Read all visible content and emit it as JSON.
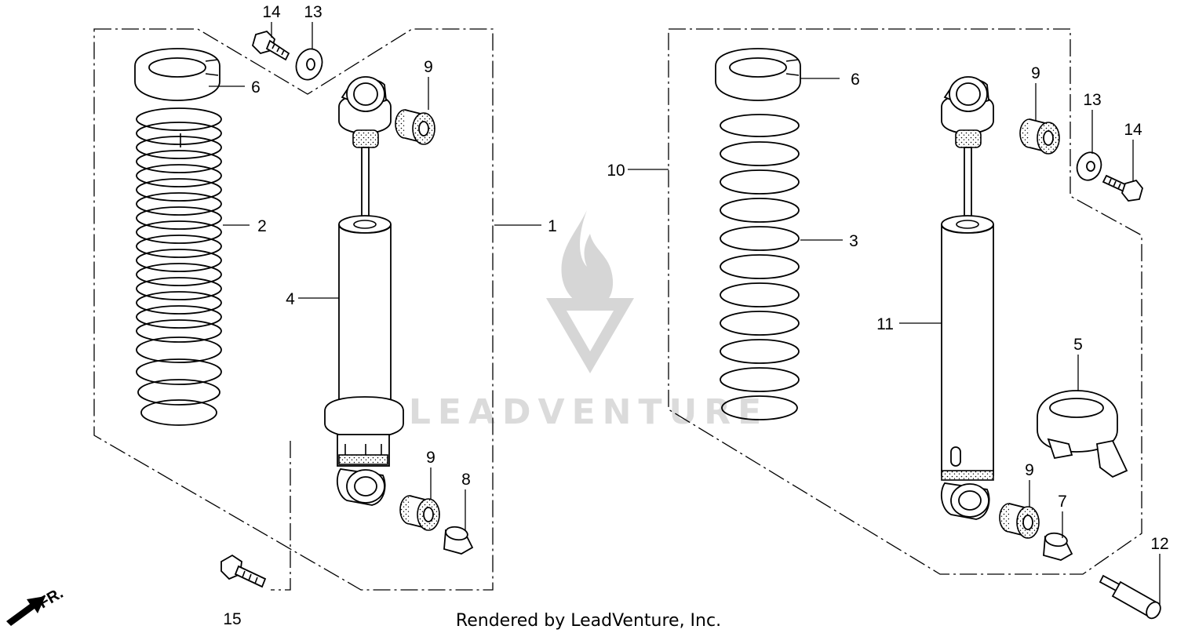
{
  "diagram": {
    "footer_text": "Rendered by LeadVenture, Inc.",
    "watermark_text": "LEADVENTURE",
    "direction_label": "FR.",
    "callouts": {
      "c1": "1",
      "c2": "2",
      "c3": "3",
      "c4": "4",
      "c5": "5",
      "c6_left": "6",
      "c6_right": "6",
      "c7": "7",
      "c8": "8",
      "c9_left_top": "9",
      "c9_left_bottom": "9",
      "c9_right_top": "9",
      "c9_right_bottom": "9",
      "c10": "10",
      "c11": "11",
      "c12": "12",
      "c13_left": "13",
      "c13_right": "13",
      "c14_left": "14",
      "c14_right": "14",
      "c15": "15"
    }
  }
}
